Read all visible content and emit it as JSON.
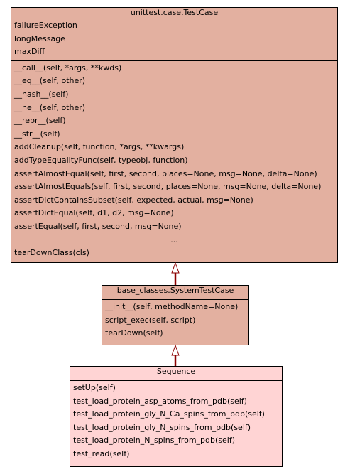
{
  "classes": {
    "testcase": {
      "name": "unittest.case.TestCase",
      "attributes": [
        "failureException",
        "longMessage",
        "maxDiff"
      ],
      "methods": [
        "__call__(self, *args, **kwds)",
        "__eq__(self, other)",
        "__hash__(self)",
        "__ne__(self, other)",
        "__repr__(self)",
        "__str__(self)",
        "addCleanup(self, function, *args, **kwargs)",
        "addTypeEqualityFunc(self, typeobj, function)",
        "assertAlmostEqual(self, first, second, places=None, msg=None, delta=None)",
        "assertAlmostEquals(self, first, second, places=None, msg=None, delta=None)",
        "assertDictContainsSubset(self, expected, actual, msg=None)",
        "assertDictEqual(self, d1, d2, msg=None)",
        "assertEqual(self, first, second, msg=None)",
        "...",
        "tearDownClass(cls)"
      ],
      "fill": "#e3b0a0"
    },
    "systemtestcase": {
      "name": "base_classes.SystemTestCase",
      "methods": [
        "__init__(self, methodName=None)",
        "script_exec(self, script)",
        "tearDown(self)"
      ],
      "fill": "#e3b0a0"
    },
    "sequence": {
      "name": "Sequence",
      "methods": [
        "setUp(self)",
        "test_load_protein_asp_atoms_from_pdb(self)",
        "test_load_protein_gly_N_Ca_spins_from_pdb(self)",
        "test_load_protein_gly_N_spins_from_pdb(self)",
        "test_load_protein_N_spins_from_pdb(self)",
        "test_read(self)"
      ],
      "fill": "#ffd4d4"
    }
  },
  "colors": {
    "connector": "#8b0000",
    "arrowhead_fill": "#ffffff",
    "border": "#000000"
  }
}
